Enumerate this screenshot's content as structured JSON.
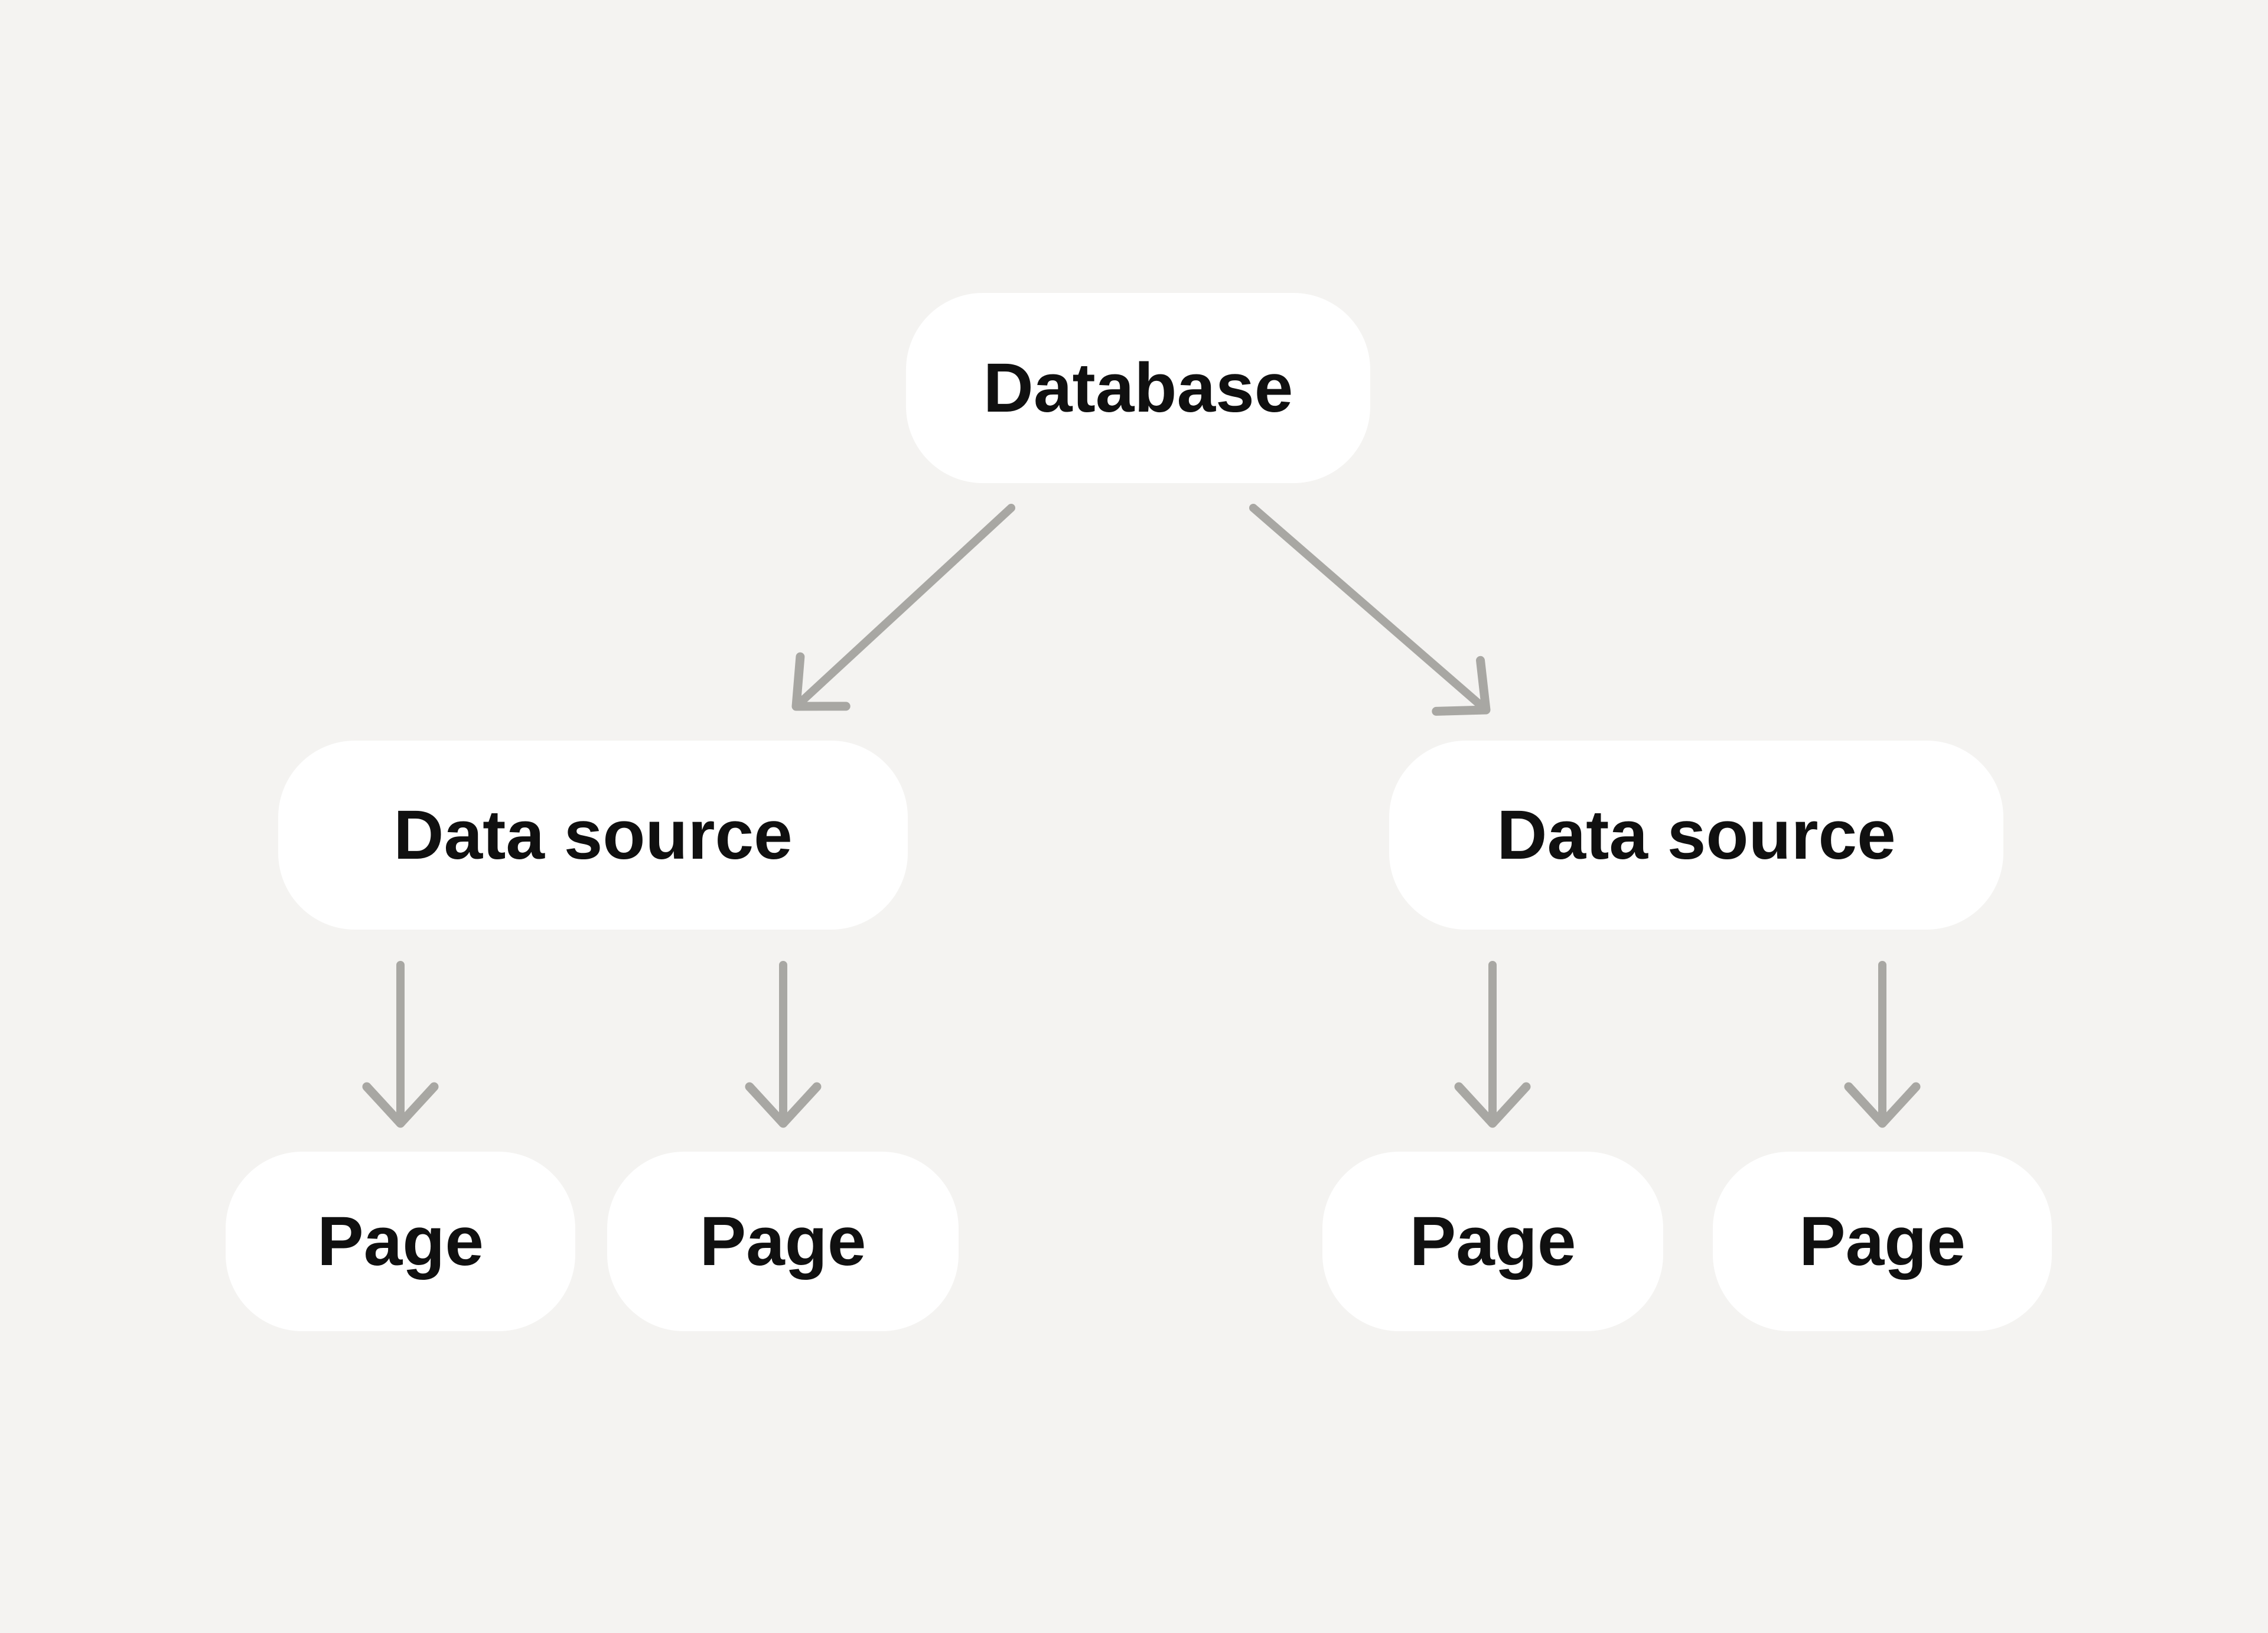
{
  "diagram": {
    "colors": {
      "background": "#F4F3F1",
      "node_fill": "#FFFFFF",
      "text": "#101010",
      "arrow": "#A8A7A3"
    },
    "nodes": [
      {
        "id": "database",
        "label": "Database"
      },
      {
        "id": "datasource_left",
        "label": "Data source"
      },
      {
        "id": "datasource_right",
        "label": "Data source"
      },
      {
        "id": "page_1",
        "label": "Page"
      },
      {
        "id": "page_2",
        "label": "Page"
      },
      {
        "id": "page_3",
        "label": "Page"
      },
      {
        "id": "page_4",
        "label": "Page"
      }
    ],
    "edges": [
      {
        "from": "database",
        "to": "datasource_left"
      },
      {
        "from": "database",
        "to": "datasource_right"
      },
      {
        "from": "datasource_left",
        "to": "page_1"
      },
      {
        "from": "datasource_left",
        "to": "page_2"
      },
      {
        "from": "datasource_right",
        "to": "page_3"
      },
      {
        "from": "datasource_right",
        "to": "page_4"
      }
    ]
  }
}
